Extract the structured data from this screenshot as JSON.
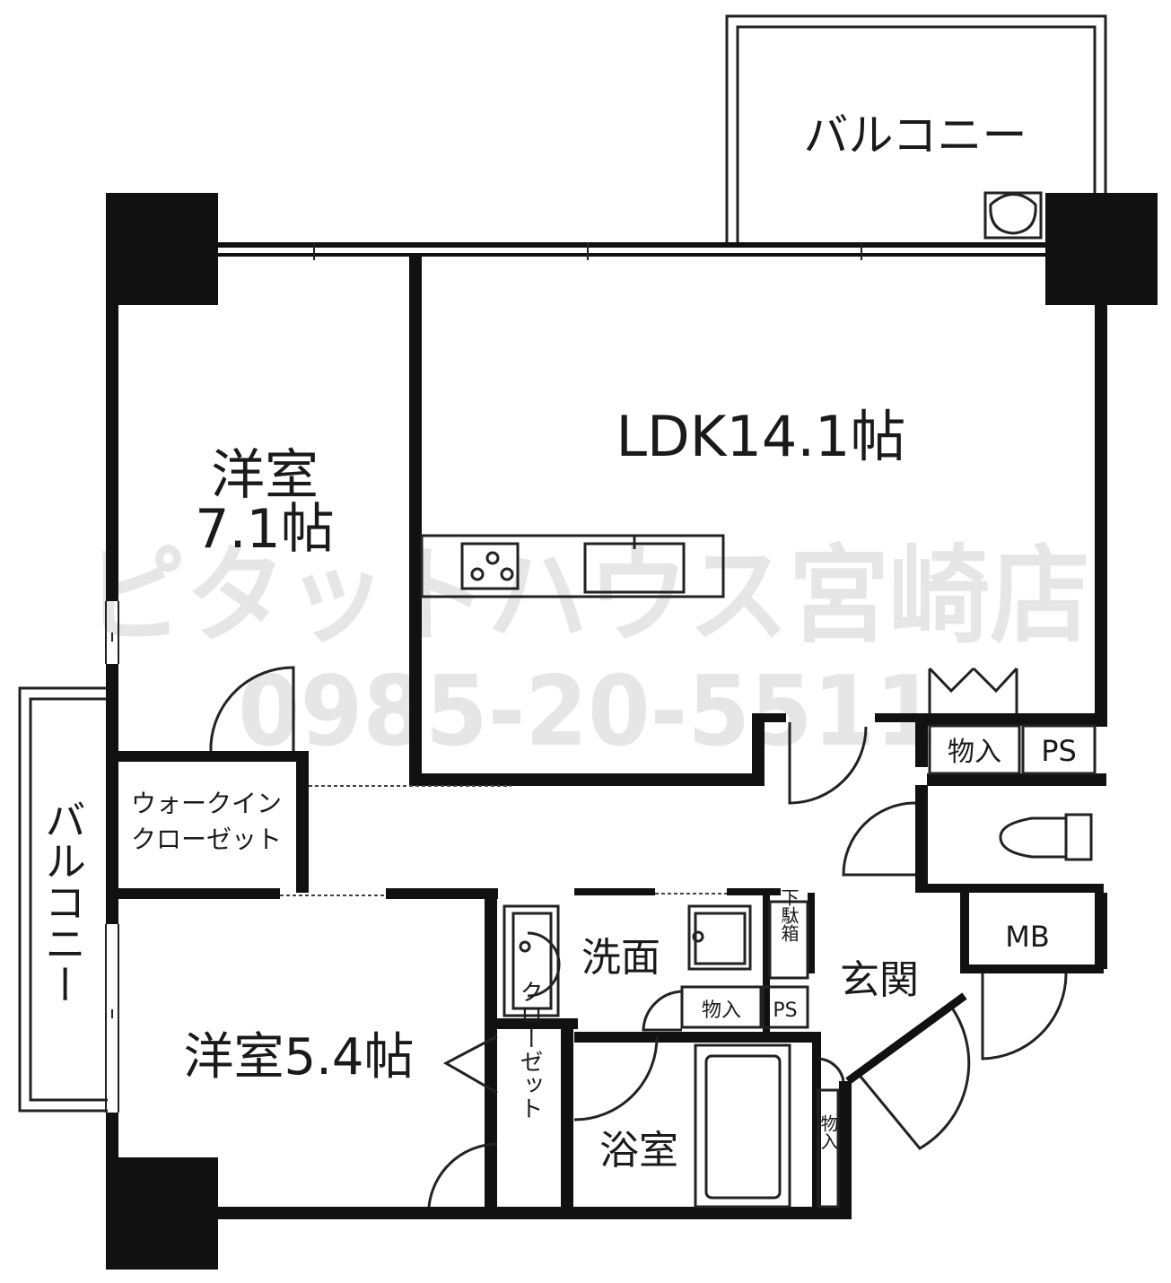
{
  "watermark": {
    "shop": "ピタットハウス宮崎店",
    "phone": "0985-20-5511"
  },
  "rooms": {
    "balcony_top": "バルコニー",
    "balcony_left": "バルコニー",
    "ldk": "LDK14.1帖",
    "western_room_1_name": "洋室",
    "western_room_1_size": "7.1帖",
    "walk_in_closet_line1": "ウォークイン",
    "walk_in_closet_line2": "クローゼット",
    "western_room_2": "洋室5.4帖",
    "closet": "クローゼット",
    "washroom": "洗面",
    "bathroom": "浴室",
    "entrance": "玄関",
    "shoe_box": "下駄箱",
    "storage_upper": "物入",
    "storage_mid": "物入",
    "storage_lower": "物入",
    "ps_upper": "PS",
    "ps_mid": "PS",
    "mb": "MB"
  },
  "colors": {
    "wall": "#111111",
    "line": "#222222",
    "watermark": "#e6e6e6"
  }
}
